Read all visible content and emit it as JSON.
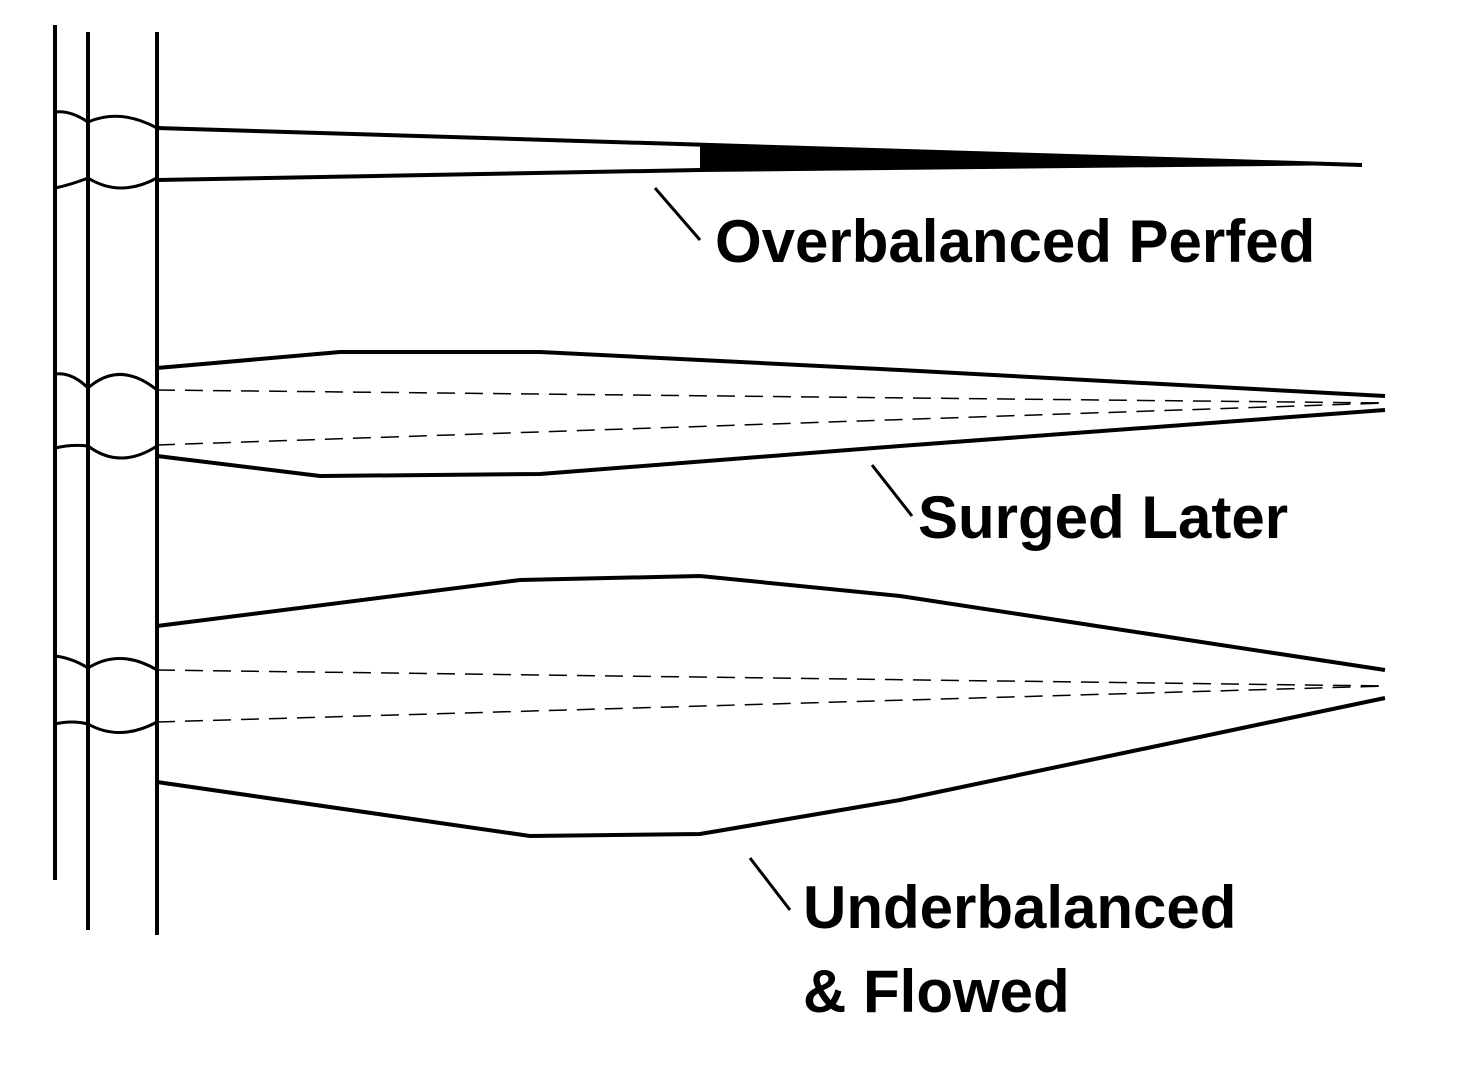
{
  "labels": {
    "overbalanced": "Overbalanced Perfed",
    "surged": "Surged Later",
    "underbalanced_line1": "Underbalanced",
    "underbalanced_line2": "& Flowed"
  }
}
